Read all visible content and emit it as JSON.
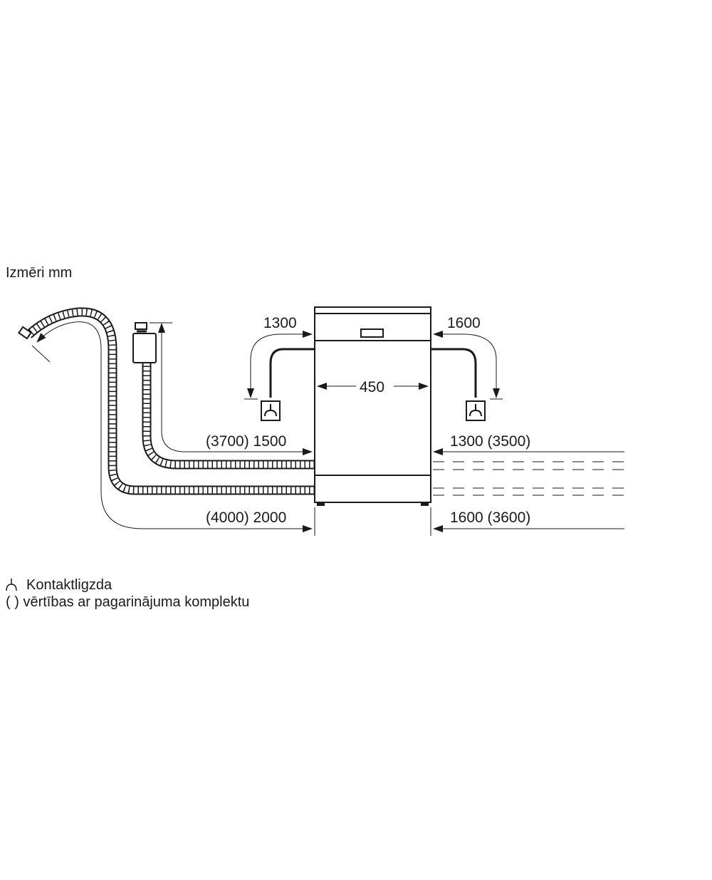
{
  "title": "Izmēri mm",
  "dimensions": {
    "width": "450",
    "power_cord_left": "1300",
    "power_cord_right": "1600",
    "inlet_left": "(3700) 1500",
    "drain_left": "(4000) 2000",
    "inlet_right": "1300 (3500)",
    "drain_right": "1600 (3600)"
  },
  "legend": {
    "socket_symbol": "⅄",
    "socket_label": "Kontaktligzda",
    "parentheses_symbol": "( )",
    "parentheses_label": "vērtības ar pagarinājuma komplektu"
  },
  "colors": {
    "line": "#1a1a1a",
    "background": "#ffffff"
  }
}
